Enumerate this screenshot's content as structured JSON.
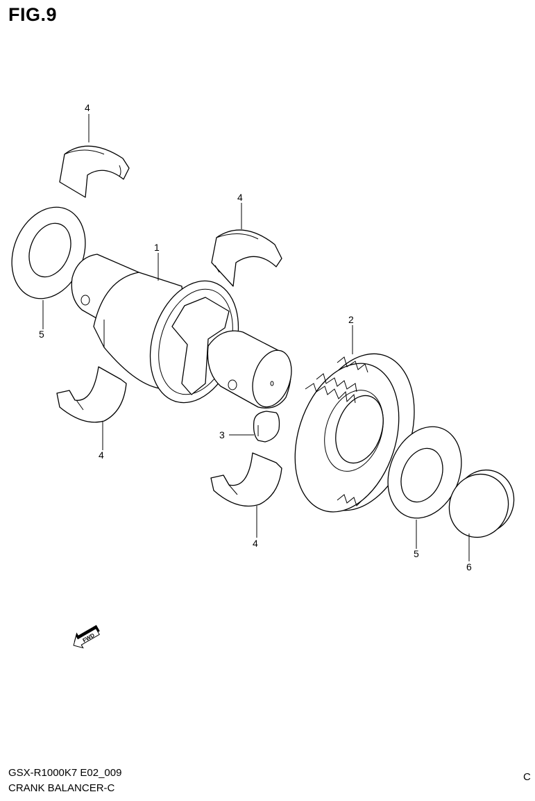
{
  "figure": {
    "title": "FIG.9"
  },
  "footer": {
    "line1": "GSX-R1000K7 E02_009",
    "line2": "CRANK BALANCER-C",
    "corner": "C"
  },
  "fwd_badge": {
    "text": "FWD"
  },
  "callouts": [
    {
      "id": "bearing-top",
      "label": "4"
    },
    {
      "id": "bearing-mid",
      "label": "4"
    },
    {
      "id": "shaft",
      "label": "1"
    },
    {
      "id": "washer-left",
      "label": "5"
    },
    {
      "id": "gear",
      "label": "2"
    },
    {
      "id": "key",
      "label": "3"
    },
    {
      "id": "bearing-lower-left",
      "label": "4"
    },
    {
      "id": "bearing-lower-right",
      "label": "4"
    },
    {
      "id": "washer-right",
      "label": "5"
    },
    {
      "id": "cap",
      "label": "6"
    }
  ]
}
